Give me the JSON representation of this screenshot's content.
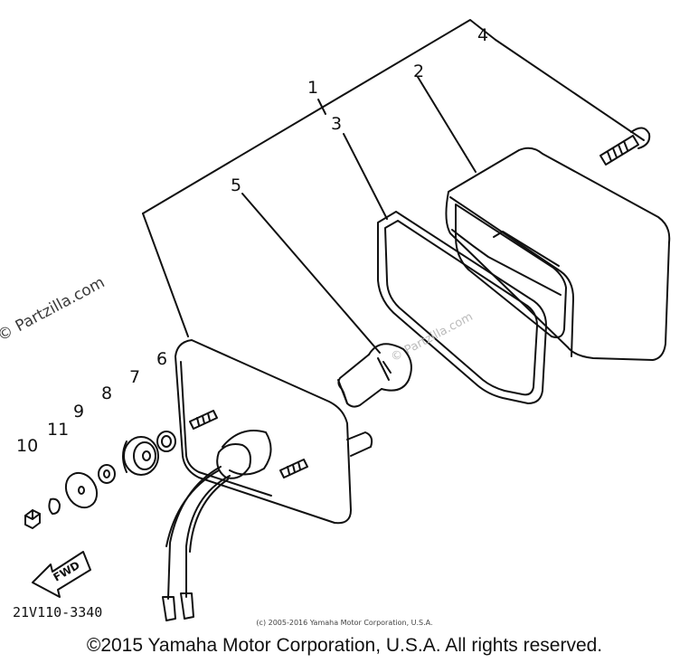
{
  "callouts": [
    "1",
    "2",
    "3",
    "4",
    "5",
    "6",
    "7",
    "8",
    "9",
    "10",
    "11"
  ],
  "watermark": "© Partzilla.com",
  "watermark_faint": "© Partzilla.com",
  "direction_label": "FWD",
  "part_code": "21V110-3340",
  "copyright_small": "(c) 2005-2016 Yamaha Motor Corporation, U.S.A.",
  "copyright": "©2015 Yamaha Motor Corporation, U.S.A. All rights reserved."
}
